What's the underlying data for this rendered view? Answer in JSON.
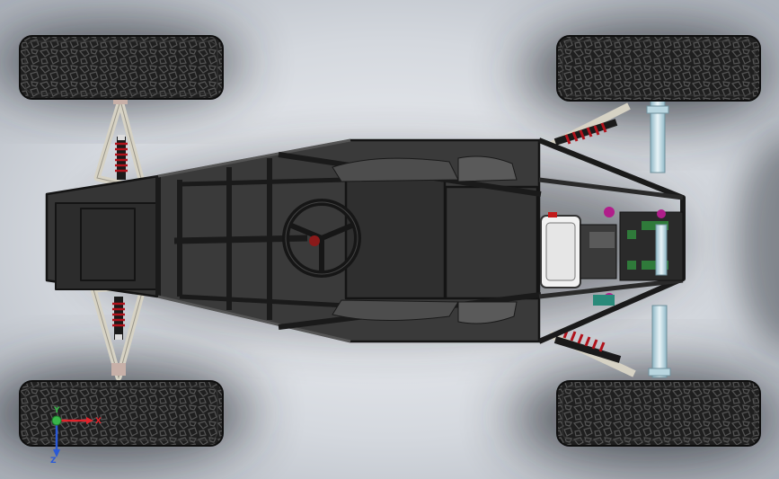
{
  "viewport": {
    "background_center": "#f3f4f7",
    "background_edge": "#a9afb8",
    "shadow_color": "#2a2e34"
  },
  "model": {
    "frame_color": "#3a3a3a",
    "frame_stroke": "#141414",
    "tire_color": "#222222",
    "tire_tread": "#4a4a4a",
    "control_arm_color": "#d6d2c4",
    "shock_spring_color": "#b0121b",
    "axle_color": "#b9d6e0",
    "engine_color": "#f2f2f2",
    "mount_color": "#2f7a3a",
    "accent_color": "#b01e8a"
  },
  "triad": {
    "x_label": "X",
    "y_label": "Y",
    "z_label": "Z",
    "x_color": "#e0242c",
    "y_color": "#39b54a",
    "z_color": "#2a59d6"
  }
}
